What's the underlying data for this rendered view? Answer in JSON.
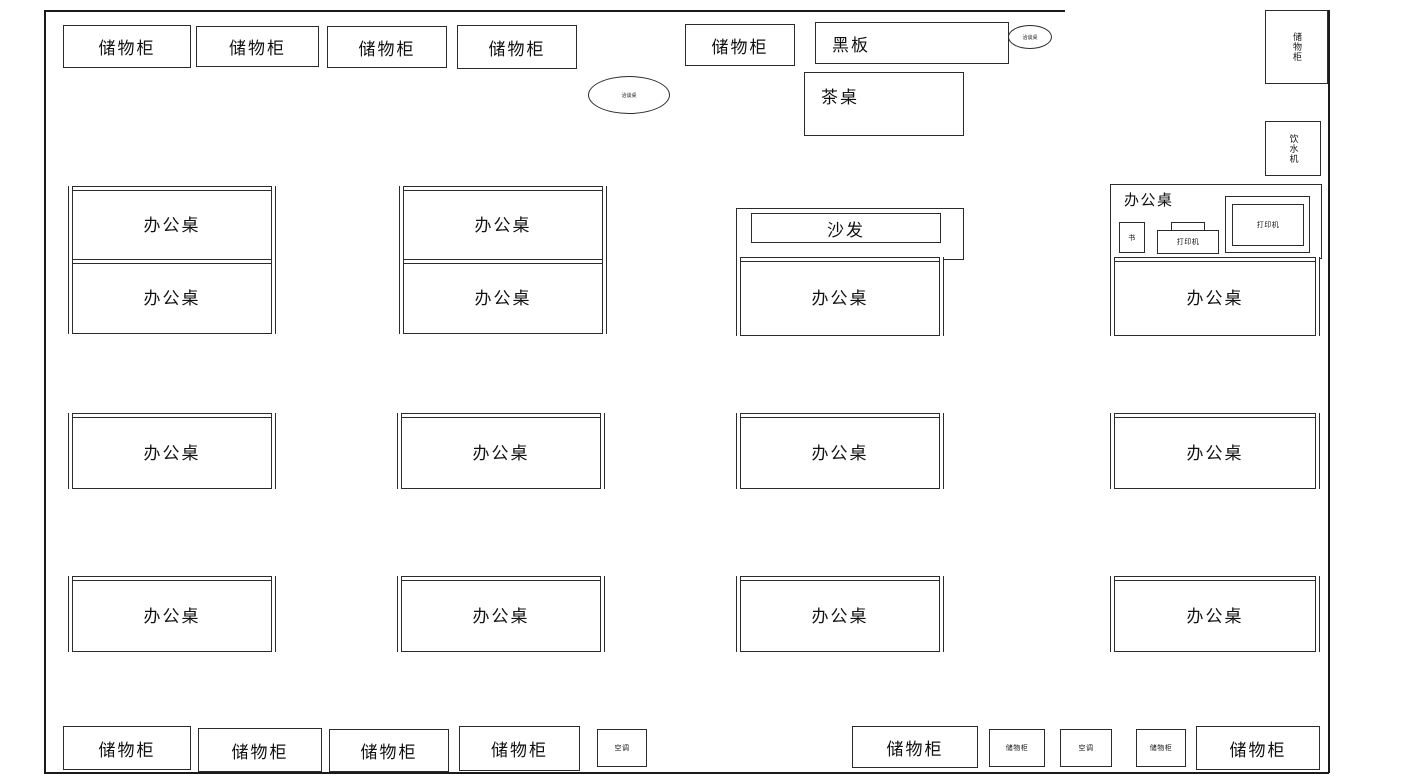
{
  "labels": {
    "locker": "储物柜",
    "desk": "办公桌",
    "blackboard": "黑板",
    "tea_table": "茶桌",
    "sofa": "沙发",
    "printer": "打印机",
    "air_conditioner": "空调",
    "water_dispenser": "饮水机",
    "round_table": "洽谈桌",
    "wall_cabinet": "储物柜",
    "small_item": "书",
    "vertical_1": "储物柜",
    "vertical_2": "饮水机"
  },
  "colors": {
    "line": "#2b2b2b",
    "wall": "#1a1a1a",
    "background": "#ffffff",
    "text": "#111111"
  },
  "top_row_lockers": [
    {
      "label": "储物柜"
    },
    {
      "label": "储物柜"
    },
    {
      "label": "储物柜"
    },
    {
      "label": "储物柜"
    },
    {
      "label": "储物柜"
    }
  ],
  "top_right": {
    "blackboard": "黑板",
    "tea_table": "茶桌",
    "ellipse_small": "洽谈桌"
  },
  "meeting_ellipse": {
    "label": "洽谈桌"
  },
  "right_vertical_boxes": [
    {
      "label": "储物柜"
    },
    {
      "label": "饮水机"
    }
  ],
  "desk_row_1": [
    {
      "label": "办公桌"
    },
    {
      "label": "办公桌"
    },
    {
      "label": "办公桌"
    },
    {
      "label": "办公桌"
    }
  ],
  "desk_row_1b": [
    {
      "label": "办公桌"
    },
    {
      "label": "办公桌"
    },
    {
      "label": "办公桌"
    },
    {
      "label": "办公桌"
    }
  ],
  "desk_row_2": [
    {
      "label": "办公桌"
    },
    {
      "label": "办公桌"
    },
    {
      "label": "办公桌"
    },
    {
      "label": "办公桌"
    }
  ],
  "desk_row_3": [
    {
      "label": "办公桌"
    },
    {
      "label": "办公桌"
    },
    {
      "label": "办公桌"
    },
    {
      "label": "办公桌"
    }
  ],
  "sofa_area": {
    "label": "沙发"
  },
  "printer_station": {
    "desk_label": "办公桌",
    "small_box": "书",
    "printer_1": "打印机",
    "printer_2": "打印机"
  },
  "bottom_left_row": [
    {
      "label": "储物柜",
      "size": "lg"
    },
    {
      "label": "储物柜",
      "size": "lg"
    },
    {
      "label": "储物柜",
      "size": "lg"
    },
    {
      "label": "储物柜",
      "size": "lg"
    },
    {
      "label": "空调",
      "size": "sm"
    }
  ],
  "bottom_right_row": [
    {
      "label": "储物柜",
      "size": "lg"
    },
    {
      "label": "储物柜",
      "size": "xs"
    },
    {
      "label": "空调",
      "size": "xs"
    },
    {
      "label": "储物柜",
      "size": "xs"
    },
    {
      "label": "储物柜",
      "size": "lg"
    }
  ]
}
